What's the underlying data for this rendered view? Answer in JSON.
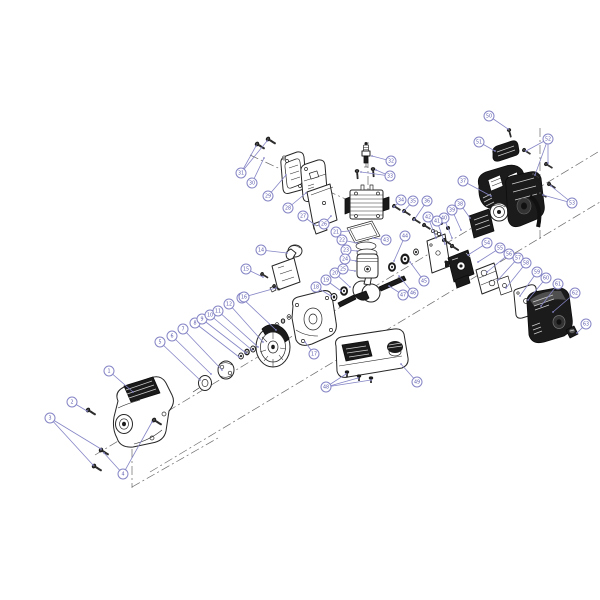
{
  "diagram": {
    "background": "#ffffff",
    "line_color": "#262626",
    "dark_fill": "#1b1b1b",
    "callout_color": "#8585c6",
    "callout_text_color": "#5c5cae",
    "callout_radius": 5,
    "callouts": [
      {
        "n": "1",
        "c": [
          109,
          371
        ],
        "t": [
          [
            133,
            392
          ]
        ]
      },
      {
        "n": "2",
        "c": [
          72,
          402
        ],
        "t": [
          [
            87,
            411
          ]
        ]
      },
      {
        "n": "3",
        "c": [
          50,
          418
        ],
        "t": [
          [
            93,
            465
          ],
          [
            101,
            449
          ]
        ]
      },
      {
        "n": "4",
        "c": [
          123,
          474
        ],
        "t": [
          [
            104,
            453
          ],
          [
            152,
            422
          ]
        ]
      },
      {
        "n": "5",
        "c": [
          160,
          342
        ],
        "t": [
          [
            200,
            380
          ]
        ]
      },
      {
        "n": "6",
        "c": [
          172,
          336
        ],
        "t": [
          [
            211,
            374
          ]
        ]
      },
      {
        "n": "7",
        "c": [
          183,
          329
        ],
        "t": [
          [
            222,
            370
          ]
        ]
      },
      {
        "n": "8",
        "c": [
          195,
          323
        ],
        "t": [
          [
            239,
            357
          ]
        ]
      },
      {
        "n": "9",
        "c": [
          202,
          319
        ],
        "t": [
          [
            246,
            353
          ]
        ]
      },
      {
        "n": "10",
        "c": [
          210,
          315
        ],
        "t": [
          [
            252,
            350
          ]
        ]
      },
      {
        "n": "11",
        "c": [
          218,
          311
        ],
        "t": [
          [
            258,
            347
          ]
        ]
      },
      {
        "n": "12",
        "c": [
          229,
          304
        ],
        "t": [
          [
            263,
            342
          ]
        ]
      },
      {
        "n": "13",
        "c": [
          242,
          298
        ],
        "t": [
          [
            276,
            330
          ]
        ]
      },
      {
        "n": "14",
        "c": [
          261,
          250
        ],
        "t": [
          [
            287,
            253
          ]
        ]
      },
      {
        "n": "15",
        "c": [
          246,
          269
        ],
        "t": [
          [
            263,
            277
          ]
        ]
      },
      {
        "n": "16",
        "c": [
          244,
          297
        ],
        "t": [
          [
            276,
            288
          ]
        ]
      },
      {
        "n": "17",
        "c": [
          314,
          354
        ],
        "t": [
          [
            305,
            342
          ]
        ]
      },
      {
        "n": "18",
        "c": [
          316,
          287
        ],
        "t": [
          [
            331,
            296
          ]
        ]
      },
      {
        "n": "19",
        "c": [
          326,
          280
        ],
        "t": [
          [
            341,
            291
          ]
        ]
      },
      {
        "n": "20",
        "c": [
          335,
          273
        ],
        "t": [
          [
            350,
            287
          ]
        ]
      },
      {
        "n": "21",
        "c": [
          336,
          232
        ],
        "t": [
          [
            349,
            231
          ]
        ]
      },
      {
        "n": "22",
        "c": [
          342,
          240
        ],
        "t": [
          [
            357,
            243
          ]
        ]
      },
      {
        "n": "23",
        "c": [
          346,
          250
        ],
        "t": [
          [
            357,
            251
          ]
        ]
      },
      {
        "n": "24",
        "c": [
          345,
          259
        ],
        "t": [
          [
            356,
            261
          ]
        ]
      },
      {
        "n": "25",
        "c": [
          343,
          269
        ],
        "t": [
          [
            355,
            271
          ]
        ]
      },
      {
        "n": "26",
        "c": [
          324,
          224
        ],
        "t": [
          [
            331,
            216
          ]
        ]
      },
      {
        "n": "27",
        "c": [
          303,
          216
        ],
        "t": [
          [
            315,
            225
          ]
        ]
      },
      {
        "n": "28",
        "c": [
          288,
          208
        ],
        "t": [
          [
            306,
            193
          ]
        ]
      },
      {
        "n": "29",
        "c": [
          268,
          196
        ],
        "t": [
          [
            286,
            175
          ]
        ]
      },
      {
        "n": "30",
        "c": [
          252,
          183
        ],
        "t": [
          [
            264,
            158
          ]
        ]
      },
      {
        "n": "31",
        "c": [
          241,
          173
        ],
        "t": [
          [
            256,
            146
          ],
          [
            267,
            141
          ]
        ]
      },
      {
        "n": "32",
        "c": [
          391,
          161
        ],
        "t": [
          [
            372,
            156
          ]
        ]
      },
      {
        "n": "33",
        "c": [
          390,
          176
        ],
        "t": [
          [
            361,
            172
          ],
          [
            376,
            170
          ]
        ]
      },
      {
        "n": "34",
        "c": [
          401,
          200
        ],
        "t": [
          [
            394,
            207
          ]
        ]
      },
      {
        "n": "35",
        "c": [
          413,
          201
        ],
        "t": [
          [
            403,
            212
          ]
        ]
      },
      {
        "n": "36",
        "c": [
          427,
          201
        ],
        "t": [
          [
            414,
            220
          ]
        ]
      },
      {
        "n": "37",
        "c": [
          463,
          181
        ],
        "t": [
          [
            491,
            196
          ]
        ]
      },
      {
        "n": "38",
        "c": [
          460,
          204
        ],
        "t": [
          [
            470,
            218
          ]
        ]
      },
      {
        "n": "39",
        "c": [
          452,
          210
        ],
        "t": [
          [
            461,
            230
          ]
        ]
      },
      {
        "n": "40",
        "c": [
          444,
          218
        ],
        "t": [
          [
            452,
            238
          ]
        ]
      },
      {
        "n": "41",
        "c": [
          437,
          221
        ],
        "t": [
          [
            445,
            244
          ]
        ]
      },
      {
        "n": "42",
        "c": [
          428,
          217
        ],
        "t": [
          [
            436,
            238
          ]
        ]
      },
      {
        "n": "43",
        "c": [
          386,
          240
        ],
        "t": [
          [
            373,
            238
          ]
        ]
      },
      {
        "n": "44",
        "c": [
          405,
          236
        ],
        "t": [
          [
            394,
            261
          ]
        ]
      },
      {
        "n": "45",
        "c": [
          424,
          281
        ],
        "t": [
          [
            410,
            262
          ]
        ]
      },
      {
        "n": "46",
        "c": [
          413,
          293
        ],
        "t": [
          [
            399,
            276
          ]
        ]
      },
      {
        "n": "47",
        "c": [
          403,
          295
        ],
        "t": [
          [
            389,
            286
          ]
        ]
      },
      {
        "n": "48",
        "c": [
          326,
          387
        ],
        "t": [
          [
            346,
            374
          ],
          [
            358,
            378
          ],
          [
            371,
            380
          ]
        ]
      },
      {
        "n": "49",
        "c": [
          417,
          382
        ],
        "t": [
          [
            401,
            364
          ]
        ]
      },
      {
        "n": "50",
        "c": [
          489,
          116
        ],
        "t": [
          [
            508,
            129
          ]
        ]
      },
      {
        "n": "51",
        "c": [
          479,
          142
        ],
        "t": [
          [
            495,
            151
          ]
        ]
      },
      {
        "n": "52",
        "c": [
          548,
          139
        ],
        "t": [
          [
            526,
            151
          ],
          [
            535,
            175
          ],
          [
            548,
            163
          ]
        ]
      },
      {
        "n": "53",
        "c": [
          572,
          203
        ],
        "t": [
          [
            543,
            195
          ],
          [
            551,
            186
          ]
        ]
      },
      {
        "n": "54",
        "c": [
          487,
          243
        ],
        "t": [
          [
            468,
            255
          ]
        ]
      },
      {
        "n": "55",
        "c": [
          500,
          248
        ],
        "t": [
          [
            478,
            262
          ]
        ]
      },
      {
        "n": "56",
        "c": [
          509,
          254
        ],
        "t": [
          [
            487,
            272
          ]
        ]
      },
      {
        "n": "57",
        "c": [
          518,
          258
        ],
        "t": [
          [
            498,
            280
          ]
        ]
      },
      {
        "n": "58",
        "c": [
          526,
          263
        ],
        "t": [
          [
            506,
            288
          ]
        ]
      },
      {
        "n": "59",
        "c": [
          537,
          272
        ],
        "t": [
          [
            520,
            296
          ]
        ]
      },
      {
        "n": "60",
        "c": [
          546,
          278
        ],
        "t": [
          [
            528,
            300
          ]
        ]
      },
      {
        "n": "61",
        "c": [
          558,
          284
        ],
        "t": [
          [
            541,
            306
          ]
        ]
      },
      {
        "n": "62",
        "c": [
          575,
          293
        ],
        "t": [
          [
            553,
            312
          ]
        ]
      },
      {
        "n": "63",
        "c": [
          586,
          324
        ],
        "t": [
          [
            577,
            333
          ]
        ]
      }
    ]
  }
}
